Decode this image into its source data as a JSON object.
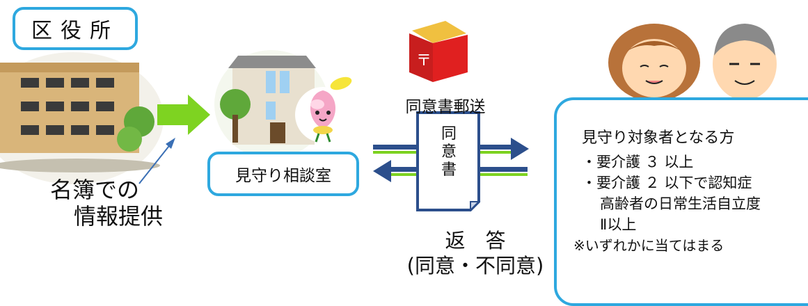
{
  "ward_office": {
    "label": "区役所"
  },
  "caption_left": {
    "line1": "名簿での",
    "line2": "情報提供"
  },
  "consult_room": {
    "label": "見守り相談室"
  },
  "mail": {
    "label": "同意書郵送"
  },
  "document": {
    "chars": [
      "同",
      "意",
      "書"
    ]
  },
  "reply": {
    "line1": "返　答",
    "line2": "(同意・不同意)"
  },
  "targets": {
    "title": "見守り対象者となる方",
    "items": [
      "・要介護 ３ 以上",
      "・要介護 ２ 以下で認知症",
      "高齢者の日常生活自立度",
      "Ⅱ以上"
    ],
    "note": "※いずれかに当てはまる"
  },
  "colors": {
    "accent_border": "#2ea8df",
    "flow_arrow": "#7ed321",
    "exchange_arrow": "#2c4f8c",
    "post_box": "#e02020"
  }
}
